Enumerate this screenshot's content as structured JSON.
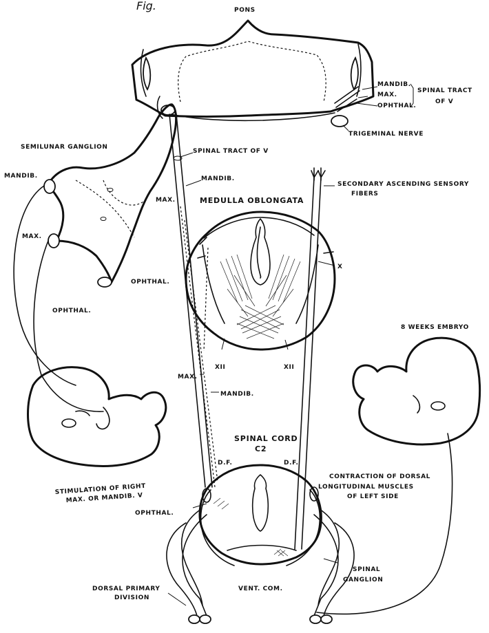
{
  "header_fragment": "Fig.",
  "labels": {
    "pons": "PONS",
    "mandib_right": "MANDIB.",
    "max_right": "MAX.",
    "ophthal_right": "OPHTHAL.",
    "spinal_tract_v_right_1": "SPINAL TRACT",
    "spinal_tract_v_right_2": "OF V",
    "trigeminal_nerve": "TRIGEMINAL NERVE",
    "semilunar_ganglion": "SEMILUNAR GANGLION",
    "spinal_tract_of_v": "SPINAL TRACT OF V",
    "mandib_ganglion": "MANDIB.",
    "mandib_center_upper": "MANDIB.",
    "max_center_upper": "MAX.",
    "medulla_oblongata": "MEDULLA OBLONGATA",
    "secondary_ascending_1": "SECONDARY ASCENDING SENSORY",
    "secondary_ascending_2": "FIBERS",
    "max_ganglion": "MAX.",
    "x_nerve": "X",
    "ophthal_medulla": "OPHTHAL.",
    "ophthal_ganglion": "OPHTHAL.",
    "xii_left": "XII",
    "xii_right": "XII",
    "eight_weeks_embryo": "8 WEEKS EMBRYO",
    "max_center_lower": "MAX.",
    "mandib_center_lower": "MANDIB.",
    "spinal_cord": "SPINAL CORD",
    "c2": "C2",
    "df_left": "D.F.",
    "df_right": "D.F.",
    "stimulation_1": "STIMULATION OF RIGHT",
    "stimulation_2": "MAX. OR MANDIB. V",
    "contraction_1": "CONTRACTION OF DORSAL",
    "contraction_2": "LONGITUDINAL MUSCLES",
    "contraction_3": "OF LEFT SIDE",
    "ophthal_cord": "OPHTHAL.",
    "spinal_ganglion_1": "SPINAL",
    "spinal_ganglion_2": "GANGLION",
    "dorsal_primary_1": "DORSAL PRIMARY",
    "dorsal_primary_2": "DIVISION",
    "vent_com": "VENT. COM."
  }
}
